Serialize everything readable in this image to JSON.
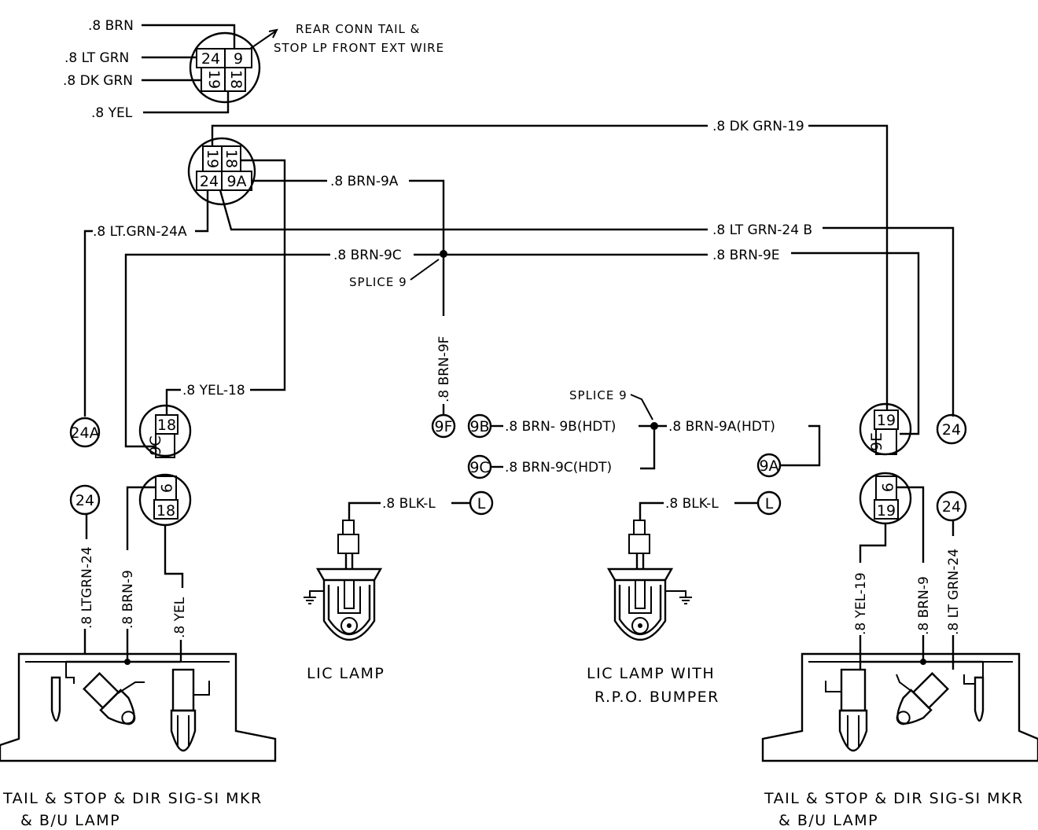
{
  "connector_main": {
    "note_line1": "REAR CONN TAIL &",
    "note_line2": "STOP LP FRONT EXT WIRE",
    "wires": [
      ".8 BRN",
      ".8 LT GRN",
      ".8 DK GRN",
      ".8 YEL"
    ],
    "pins": [
      "24",
      "9",
      "19",
      "18"
    ]
  },
  "connector_harness": {
    "pins": [
      "19",
      "18",
      "24",
      "9A"
    ]
  },
  "wires": {
    "dk_grn_19": ".8 DK GRN-19",
    "brn_9a": ".8 BRN-9A",
    "lt_grn_24a": ".8 LT.GRN-24A",
    "lt_grn_24b": ".8 LT GRN-24 B",
    "brn_9c": ".8 BRN-9C",
    "brn_9e": ".8 BRN-9E",
    "splice9": "SPLICE 9",
    "brn_9f": ".8 BRN-9F",
    "yel_18": ".8 YEL-18",
    "splice9_b": "SPLICE 9",
    "brn_9b_hdt": ".8 BRN- 9B(HDT)",
    "brn_9a_hdt": ".8 BRN-9A(HDT)",
    "brn_9c_hdt": ".8 BRN-9C(HDT)",
    "blk_l_left": ".8 BLK-L",
    "blk_l_right": ".8 BLK-L"
  },
  "terminals": {
    "t24a": "24A",
    "t24_left": "24",
    "t9f": "9F",
    "t9b": "9B",
    "t9c": "9C",
    "t9a": "9A",
    "t24_right1": "24",
    "t24_right2": "24",
    "l_left": "L",
    "l_right": "L"
  },
  "conn_left_upper": {
    "pins": [
      "18",
      "9C"
    ]
  },
  "conn_left_lower": {
    "pins": [
      "9",
      "18"
    ]
  },
  "conn_right_upper": {
    "pins": [
      "19",
      "9E"
    ]
  },
  "conn_right_lower": {
    "pins": [
      "9",
      "19"
    ]
  },
  "left_lamp_wires": [
    ".8 LTGRN-24",
    ".8 BRN-9",
    ".8 YEL"
  ],
  "right_lamp_wires": [
    ".8 YEL-19",
    ".8 BRN-9",
    ".8 LT GRN-24"
  ],
  "captions": {
    "lic_lamp": "LIC  LAMP",
    "lic_lamp_rpo1": "LIC  LAMP WITH",
    "lic_lamp_rpo2": "R.P.O. BUMPER",
    "left_lamp1": "TAIL & STOP & DIR  SIG-SI  MKR",
    "left_lamp2": "& B/U  LAMP",
    "right_lamp1": "TAIL & STOP & DIR  SIG-SI  MKR",
    "right_lamp2": "& B/U  LAMP"
  }
}
